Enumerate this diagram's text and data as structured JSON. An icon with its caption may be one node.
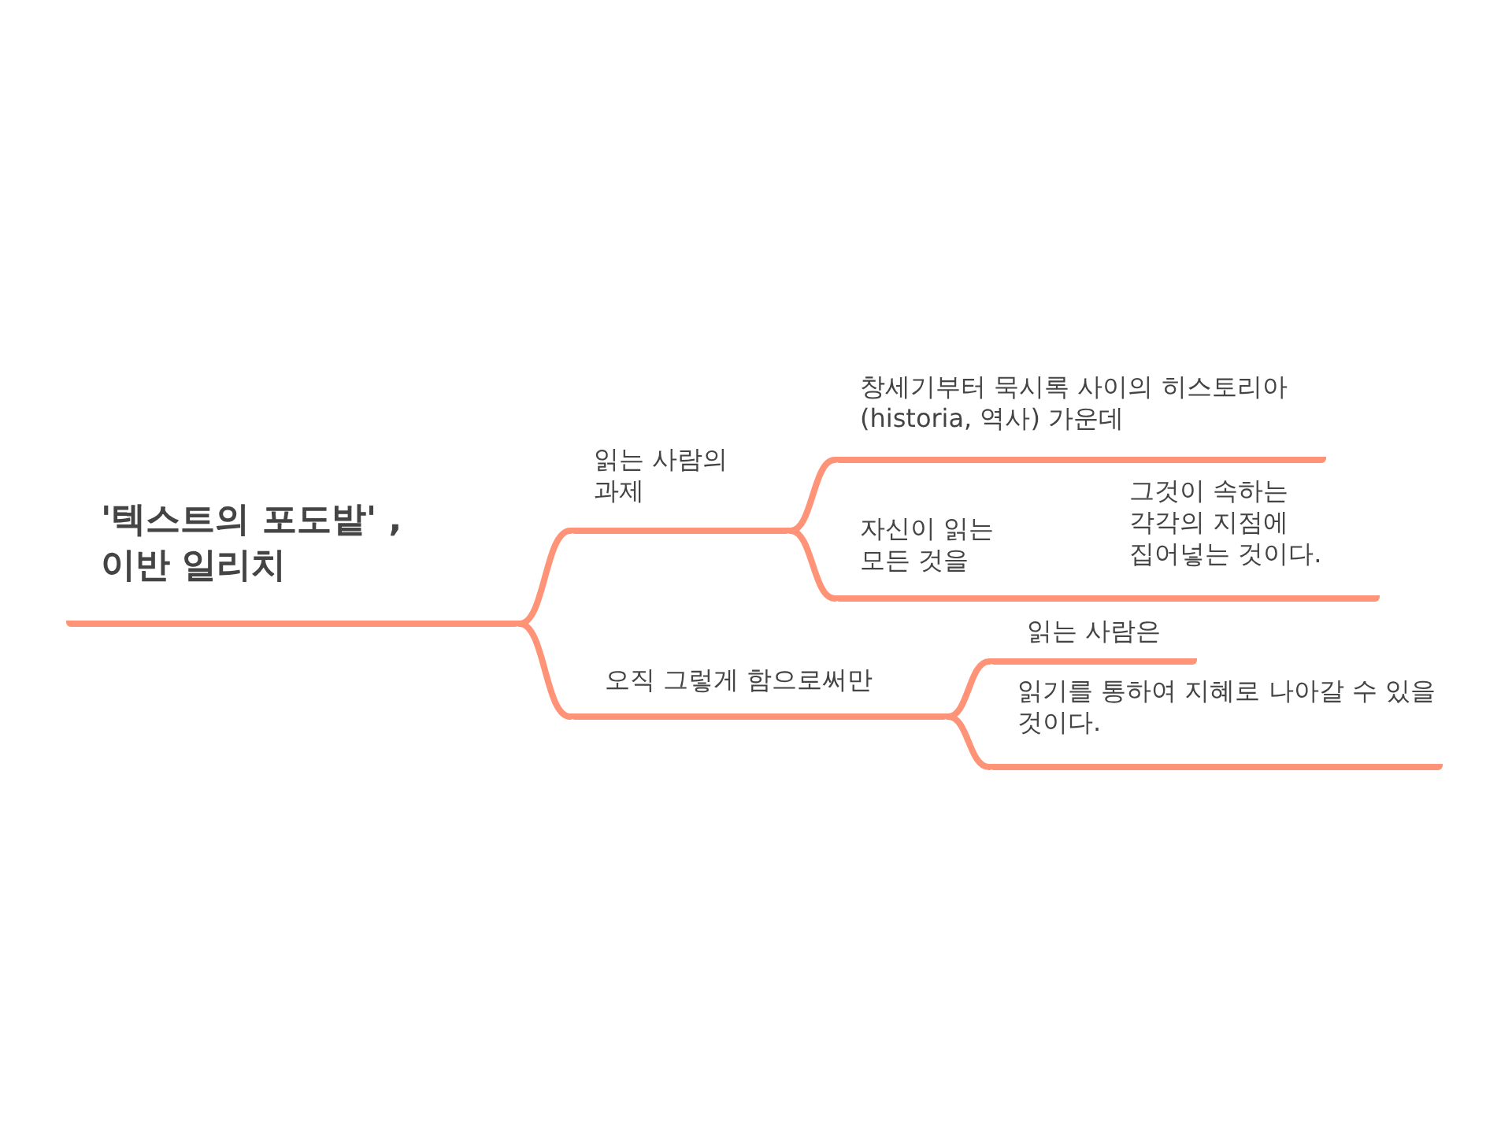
{
  "diagram": {
    "nodes": [
      {
        "text": [
          "'텍스트의 포도밭' , 이반 일리치"
        ]
      },
      {
        "text": [
          "읽는 사람의 과제"
        ]
      },
      {
        "text": [
          "창세기부터 묵시록 사이의 히스토리아(historia, 역사) 가운데"
        ]
      },
      {
        "text": [
          "자신이 읽는 모든 것을",
          "그것이 속하는 각각의 지점에 집어넣는 것이다."
        ]
      },
      {
        "text": [
          "오직 그렇게 함으로써만"
        ]
      },
      {
        "text": [
          "읽는 사람은"
        ]
      },
      {
        "text": [
          "읽기를 통하여 지혜로 나아갈 수 있을 것이다."
        ]
      }
    ],
    "edges": [
      {
        "from": 0,
        "to": 1,
        "arrow": "none"
      },
      {
        "from": 0,
        "to": 4,
        "arrow": "none"
      },
      {
        "from": 1,
        "to": 2,
        "arrow": "none"
      },
      {
        "from": 1,
        "to": 3,
        "arrow": "none"
      },
      {
        "from": 4,
        "to": 5,
        "arrow": "none"
      },
      {
        "from": 4,
        "to": 6,
        "arrow": "none"
      }
    ]
  }
}
